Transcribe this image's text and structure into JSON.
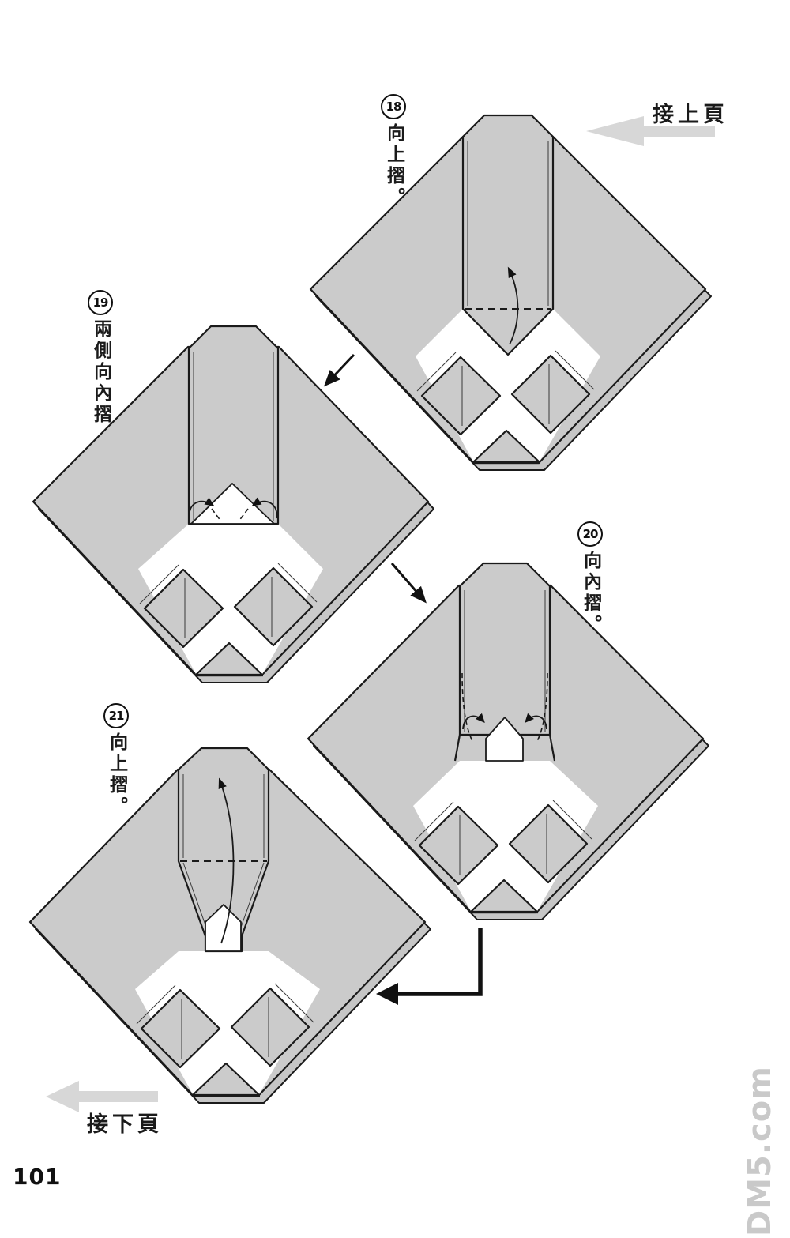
{
  "page_number": "101",
  "nav": {
    "continued_from_prev": "接上頁",
    "continued_on_next": "接下頁"
  },
  "watermark": "DM5.com",
  "colors": {
    "paper_gray": "#cbcbcb",
    "outline_black": "#1a1a1a",
    "nav_arrow_gray": "#d7d7d7",
    "watermark_gray": "#c9c9c9"
  },
  "steps": [
    {
      "num": "18",
      "label": "向上摺。"
    },
    {
      "num": "19",
      "label": "兩側向內摺。"
    },
    {
      "num": "20",
      "label": "向內摺。"
    },
    {
      "num": "21",
      "label": "向上摺。"
    }
  ]
}
